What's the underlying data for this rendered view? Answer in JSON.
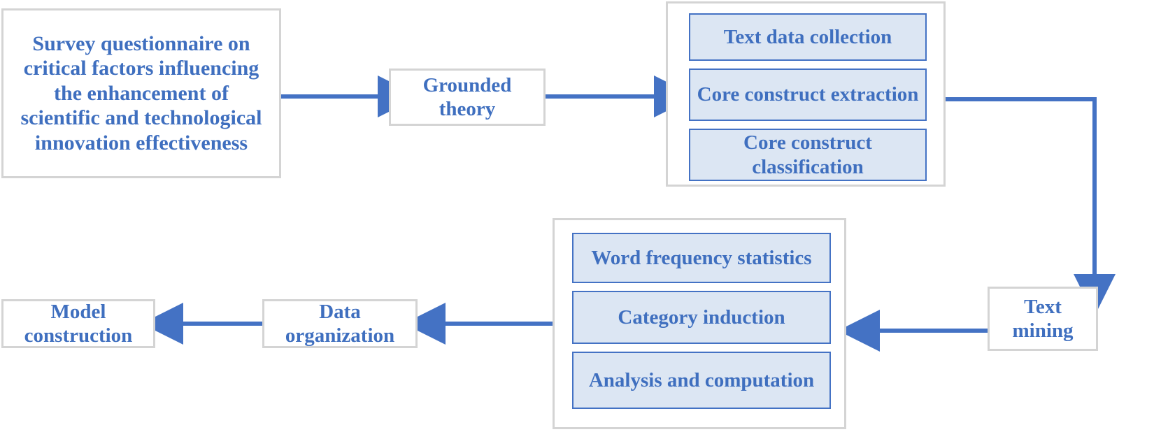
{
  "diagram": {
    "title": "Research methodology flowchart",
    "colors": {
      "text_blue": "#3f6fbf",
      "arrow_blue": "#4472c4",
      "fill_light_blue": "#dce6f3",
      "box_border_grey": "#d4d4d4",
      "inner_border_blue": "#4472c4",
      "background": "#ffffff"
    },
    "nodes": {
      "survey": {
        "label": "Survey questionnaire on critical factors influencing the enhancement of scientific and technological innovation effectiveness"
      },
      "grounded_theory": {
        "label": "Grounded theory"
      },
      "text_mining": {
        "label": "Text mining"
      },
      "data_organization": {
        "label": "Data organization"
      },
      "model_construction": {
        "label": "Model construction"
      }
    },
    "groups": {
      "grounded_theory_steps": {
        "name": "grounded-theory-steps",
        "items": [
          {
            "label": "Text data collection"
          },
          {
            "label": "Core construct extraction"
          },
          {
            "label": "Core construct classification"
          }
        ]
      },
      "text_mining_steps": {
        "name": "text-mining-steps",
        "items": [
          {
            "label": "Word frequency statistics"
          },
          {
            "label": "Category induction"
          },
          {
            "label": "Analysis and computation"
          }
        ]
      }
    },
    "connectors": [
      {
        "name": "survey-to-grounded-theory",
        "from": "survey",
        "to": "grounded_theory",
        "direction": "right"
      },
      {
        "name": "grounded-theory-to-steps",
        "from": "grounded_theory",
        "to": "grounded_theory_steps",
        "direction": "right"
      },
      {
        "name": "steps-to-text-mining",
        "from": "grounded_theory_steps",
        "to": "text_mining",
        "direction": "down"
      },
      {
        "name": "text-mining-to-steps",
        "from": "text_mining",
        "to": "text_mining_steps",
        "direction": "left"
      },
      {
        "name": "steps-to-data-organization",
        "from": "text_mining_steps",
        "to": "data_organization",
        "direction": "left"
      },
      {
        "name": "data-organization-to-model",
        "from": "data_organization",
        "to": "model_construction",
        "direction": "left"
      }
    ]
  }
}
